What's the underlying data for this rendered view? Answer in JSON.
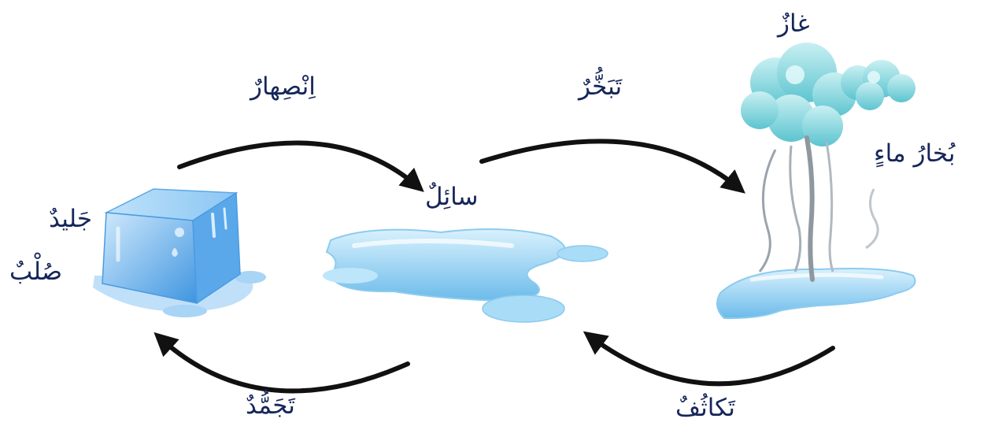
{
  "states": {
    "solid": {
      "name": "جَليدٌ",
      "type": "صُلْبٌ"
    },
    "liquid": {
      "name": "سائِلٌ"
    },
    "gas": {
      "name": "غازٌ",
      "description": "بُخارُ ماءٍ"
    }
  },
  "processes": {
    "melting": "اِنْصِهارٌ",
    "evaporation": "تَبَخُّرٌ",
    "freezing": "تَجَمُّدٌ",
    "condensation": "تَكاثُفٌ"
  },
  "icons": [
    "ice-cube-icon",
    "water-puddle-icon",
    "cloud-icon",
    "vapor-icon",
    "arrow-icon"
  ],
  "colors": {
    "text": "#16265a",
    "arrow": "#111111",
    "ice": "#4fa6e8",
    "water": "#8dd0f4",
    "cloud": "#7fd6df"
  }
}
